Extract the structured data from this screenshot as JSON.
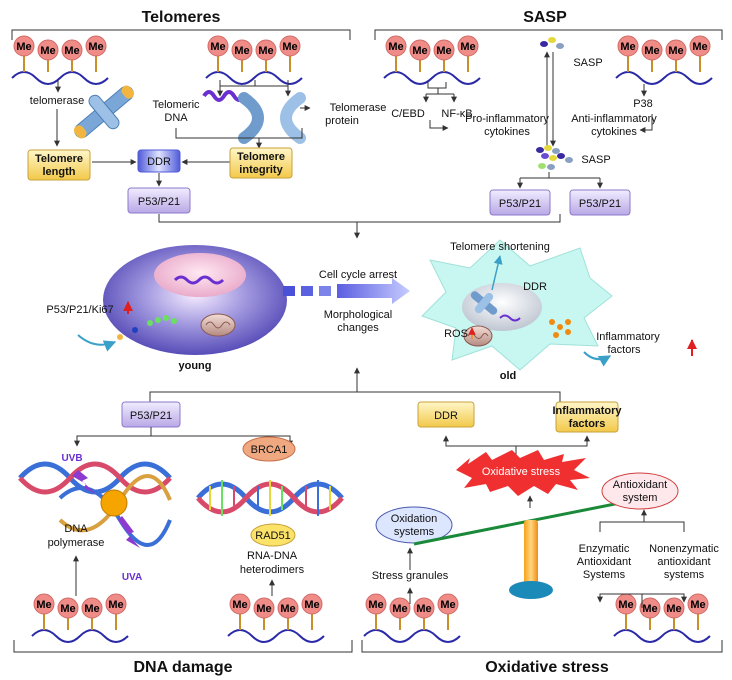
{
  "sections": {
    "telomeres": "Telomeres",
    "sasp": "SASP",
    "dna_damage": "DNA damage",
    "oxidative_stress": "Oxidative stress"
  },
  "methyl_label": "Me",
  "telomeres": {
    "telomerase": "telomerase",
    "telomeric_dna": [
      "Telomeric",
      "DNA"
    ],
    "telomerase_protein": [
      "Telomerase",
      "protein"
    ],
    "telomere_length": [
      "Telomere",
      "length"
    ],
    "ddr": "DDR",
    "telomere_integrity": [
      "Telomere",
      "integrity"
    ],
    "p53p21": "P53/P21"
  },
  "sasp": {
    "sasp_top": "SASP",
    "cebd": "C/EBD",
    "nfkb": "NF-κB",
    "pro_inflammatory": [
      "Pro-inflammatory",
      "cytokines"
    ],
    "anti_inflammatory": [
      "Anti-inflammatory",
      "cytokines"
    ],
    "p38": "P38",
    "sasp_mid": "SASP",
    "p53p21_a": "P53/P21",
    "p53p21_b": "P53/P21"
  },
  "center": {
    "p53_marker": "P53/P21/Ki67",
    "young": "young",
    "cell_cycle_arrest": "Cell cycle arrest",
    "morphological": [
      "Morphological",
      "changes"
    ],
    "telomere_shortening": "Telomere shortening",
    "ddr": "DDR",
    "ros": "ROS",
    "inflammatory": [
      "Inflammatory",
      "factors"
    ],
    "old": "old"
  },
  "dna": {
    "p53p21": "P53/P21",
    "uvb": "UVB",
    "uva": "UVA",
    "dna_polymerase": [
      "DNA",
      "polymerase"
    ],
    "brca1": "BRCA1",
    "rad51": "RAD51",
    "rna_dna": [
      "RNA-DNA",
      "heterodimers"
    ]
  },
  "ox": {
    "ddr": "DDR",
    "inflammatory": [
      "Inflammatory",
      "factors"
    ],
    "oxidative_stress": "Oxidative stress",
    "oxidation_systems": [
      "Oxidation",
      "systems"
    ],
    "stress_granules": "Stress granules",
    "antioxidant": [
      "Antioxidant",
      "system"
    ],
    "enzymatic": [
      "Enzymatic",
      "Antioxidant",
      "Systems"
    ],
    "nonenzymatic": [
      "Nonenzymatic",
      "antioxidant",
      "systems"
    ]
  },
  "colors": {
    "methyl": "#f08c88",
    "dna_wave": "#2a2aa8",
    "yellow_box": "#f6d76a",
    "purple_box": "#c8b8ec",
    "cell_old": "#b4f0e8",
    "cell_young": "#6e64c8",
    "burst": "#f03030",
    "arrow_red": "#e02020"
  }
}
